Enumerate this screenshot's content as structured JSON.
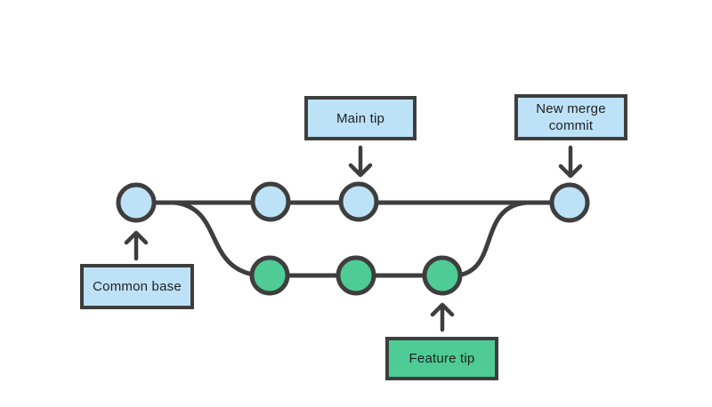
{
  "diagram": {
    "type": "git-merge-branching-diagram",
    "labels": {
      "main_tip": "Main tip",
      "new_merge_commit": "New merge commit",
      "common_base": "Common base",
      "feature_tip": "Feature tip"
    },
    "branches": {
      "main": {
        "commit_count": 4,
        "node_names": [
          "common-base",
          "commit",
          "main-tip",
          "new-merge-commit"
        ]
      },
      "feature": {
        "commit_count": 3,
        "node_names": [
          "commit",
          "commit",
          "feature-tip"
        ]
      }
    }
  },
  "colors": {
    "stroke": "#3e3e3e",
    "main_fill": "#bde2f8",
    "feature_fill": "#4fcb96",
    "label_blue_fill": "#bde2f8",
    "label_green_fill": "#4fcb96",
    "text": "#1f1f1f",
    "bg": "#ffffff"
  }
}
